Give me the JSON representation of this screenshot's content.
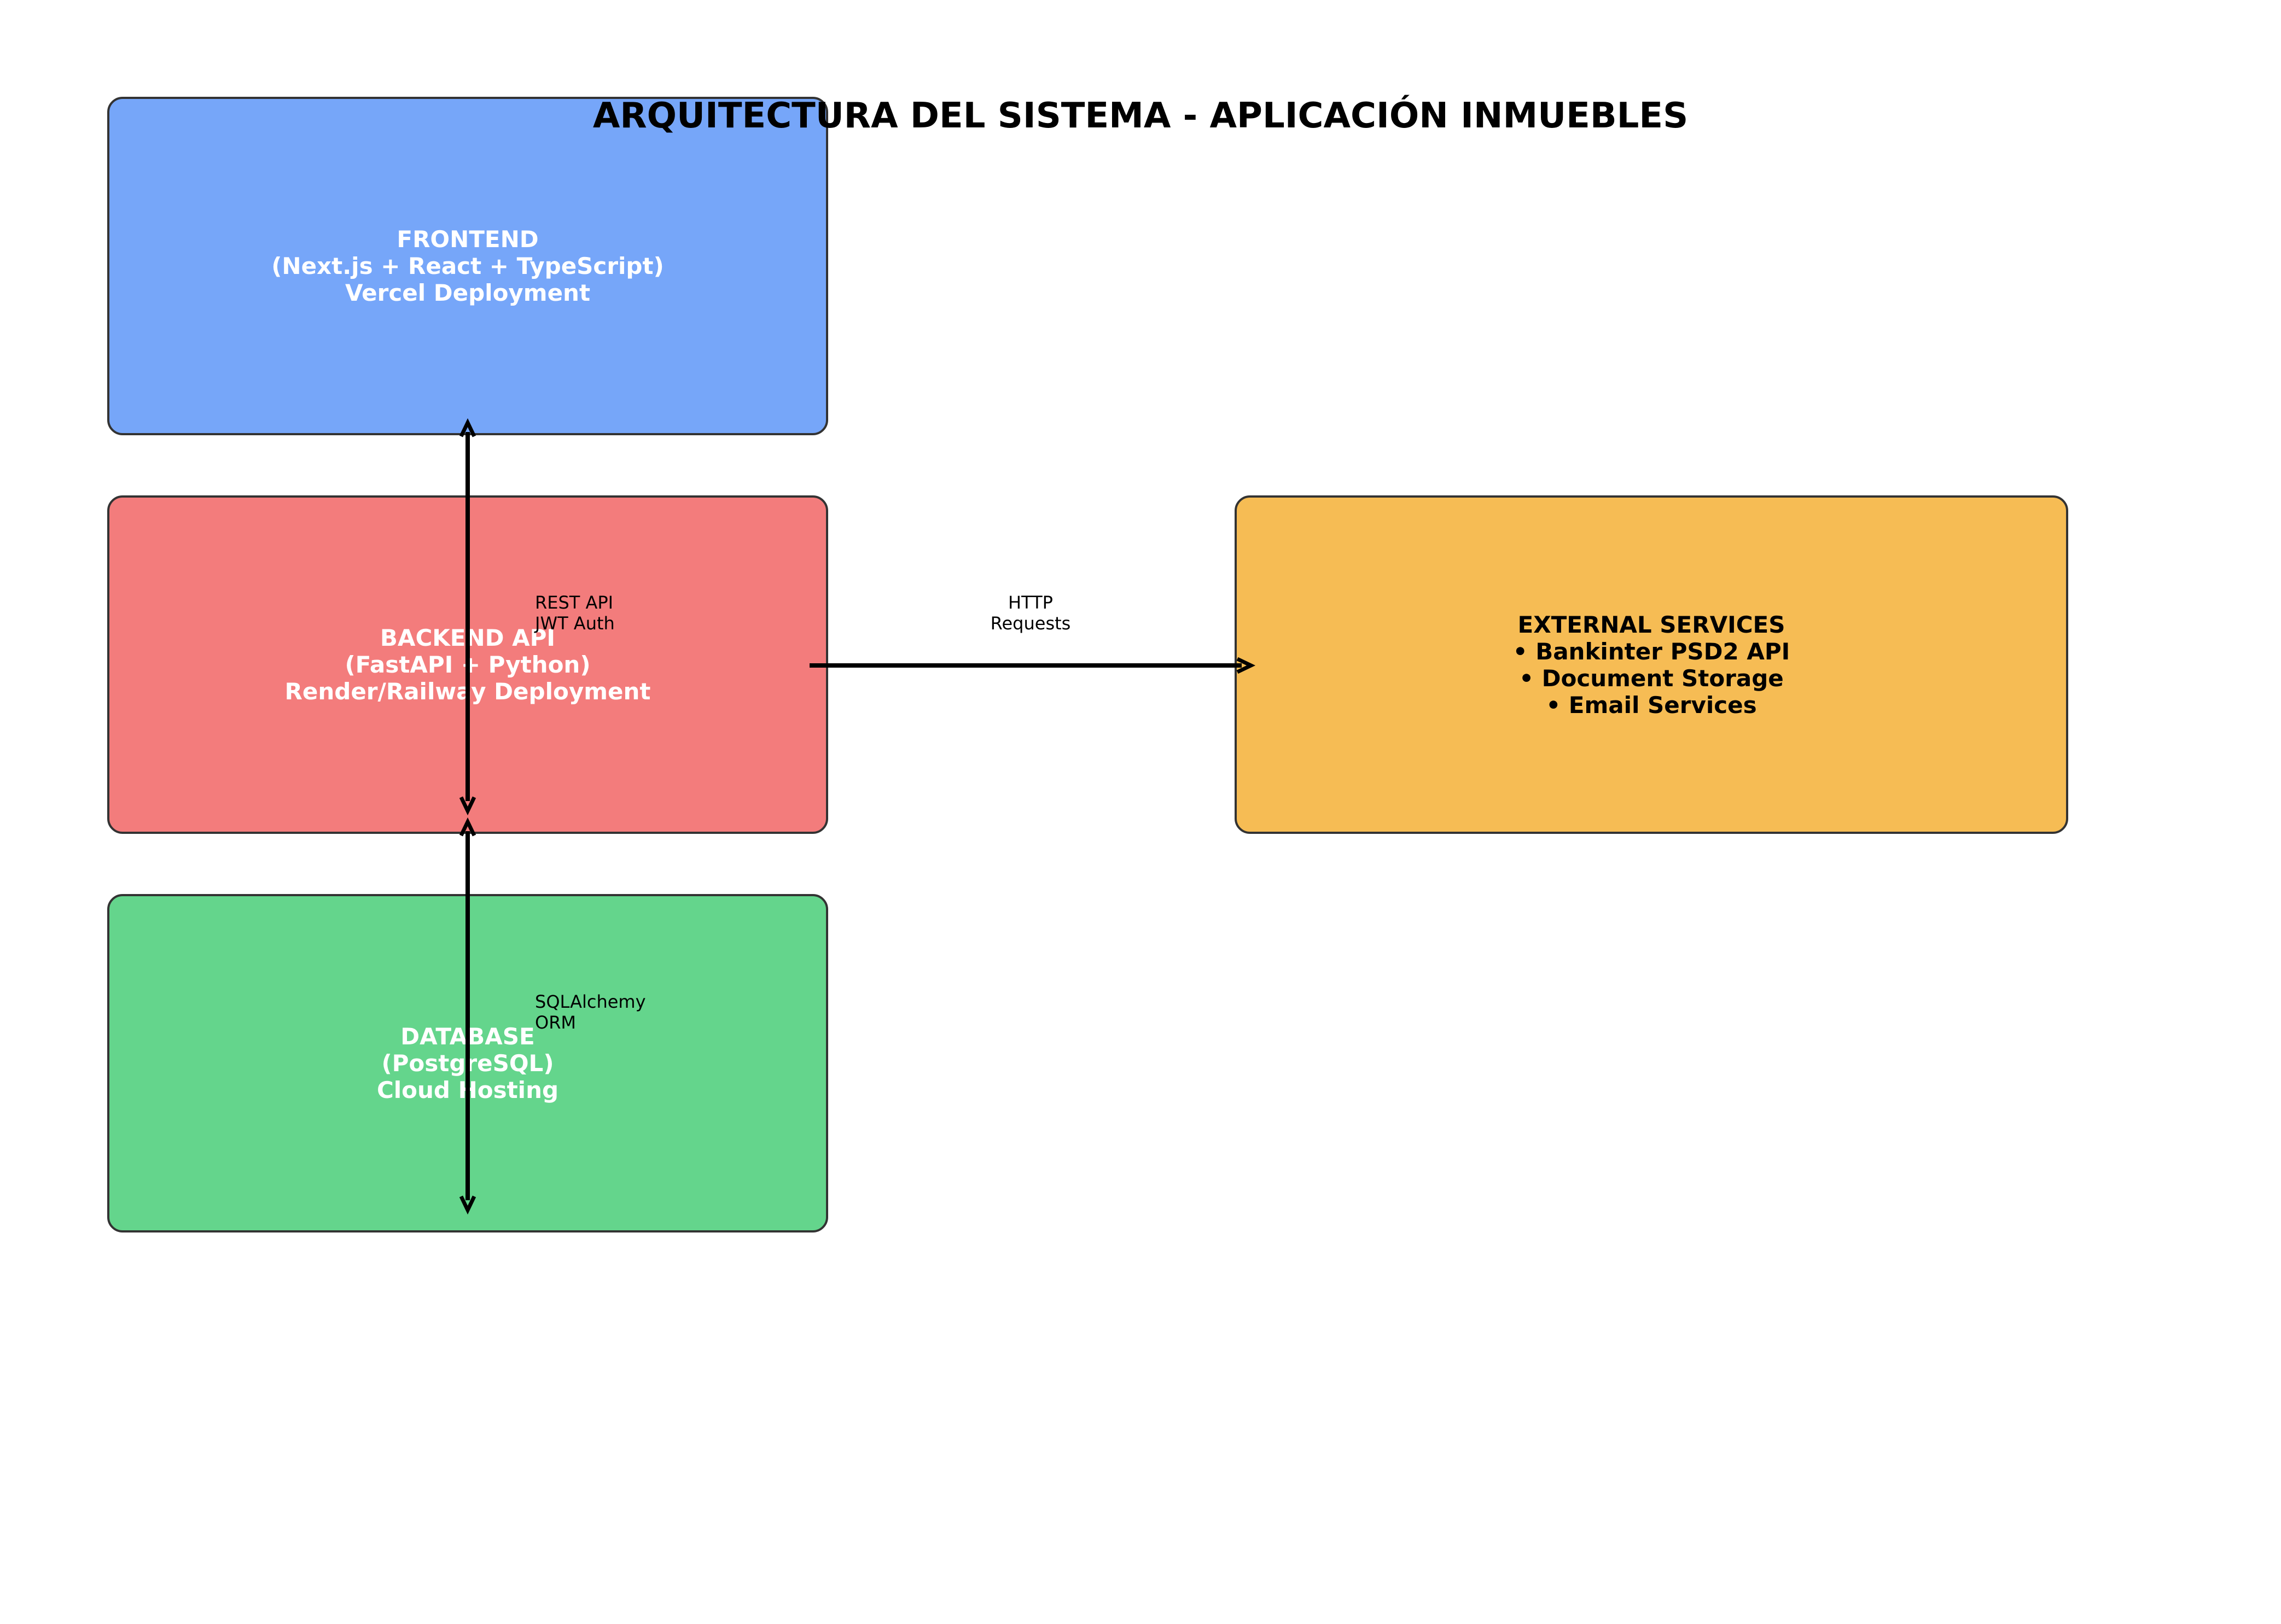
{
  "title": "ARQUITECTURA DEL SISTEMA - APLICACIÓN INMUEBLES",
  "colors": {
    "frontend": "#76a6f9",
    "backend": "#f37c7c",
    "database": "#64d58c",
    "external": "#f6bc54",
    "border": "#333333",
    "arrow": "#000000",
    "light_text": "#ffffff",
    "dark_text": "#000000"
  },
  "boxes": {
    "frontend": {
      "lines": [
        "FRONTEND",
        "(Next.js + React + TypeScript)",
        "Vercel Deployment"
      ]
    },
    "backend": {
      "lines": [
        "BACKEND API",
        "(FastAPI + Python)",
        "Render/Railway Deployment"
      ]
    },
    "database": {
      "lines": [
        "DATABASE",
        "(PostgreSQL)",
        "Cloud Hosting"
      ]
    },
    "external": {
      "lines": [
        "EXTERNAL SERVICES",
        "• Bankinter PSD2 API",
        "• Document Storage",
        "• Email Services"
      ]
    }
  },
  "connections": {
    "frontend_backend": {
      "lines": [
        "REST API",
        "JWT Auth"
      ]
    },
    "backend_database": {
      "lines": [
        "SQLAlchemy",
        "ORM"
      ]
    },
    "backend_external": {
      "lines": [
        "HTTP",
        "Requests"
      ]
    }
  }
}
